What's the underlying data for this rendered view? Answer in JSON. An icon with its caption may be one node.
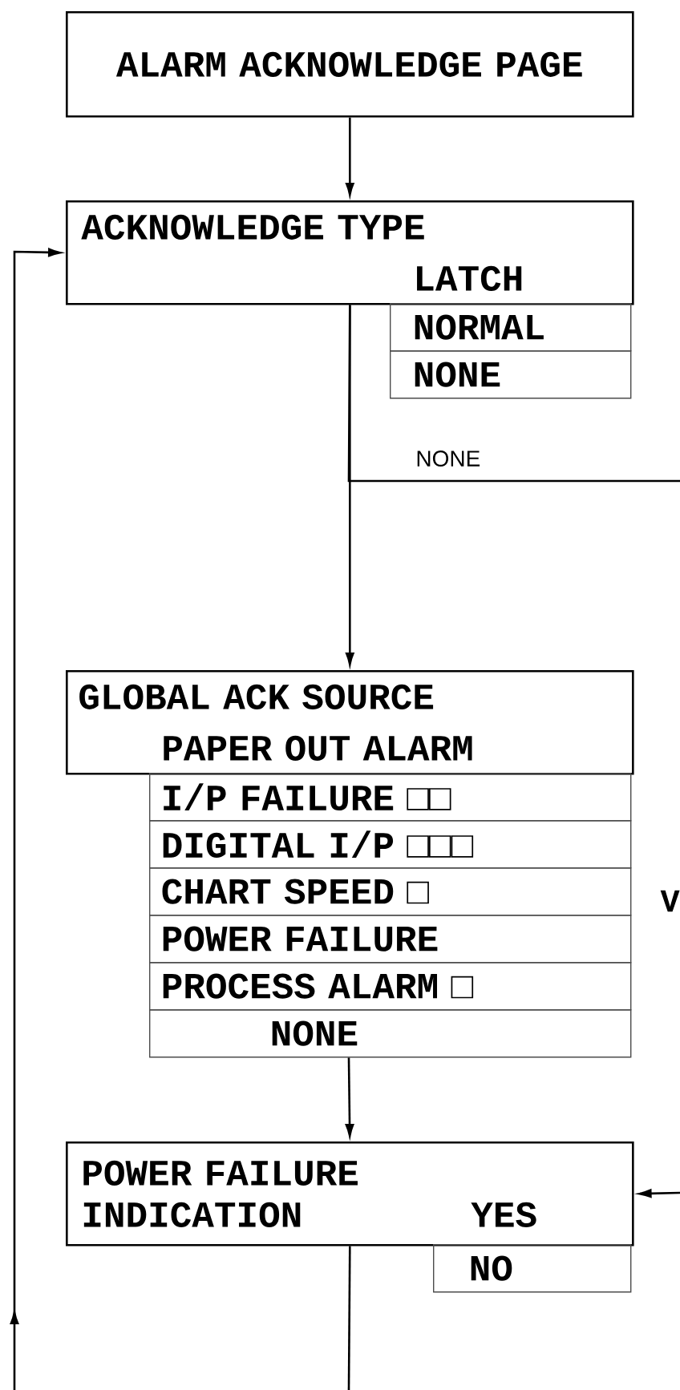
{
  "diagram": {
    "nodes": [
      {
        "text": [
          "ALARM ACKNOWLEDGE PAGE"
        ]
      },
      {
        "text": [
          "ACKNOWLEDGE TYPE",
          "LATCH"
        ]
      },
      {
        "text": [
          "NORMAL"
        ]
      },
      {
        "text": [
          "NONE"
        ]
      },
      {
        "text": [
          "GLOBAL ACK SOURCE",
          "PAPER OUT ALARM"
        ]
      },
      {
        "text": [
          "I/P FAILURE □□"
        ]
      },
      {
        "text": [
          "DIGITAL I/P □□□"
        ]
      },
      {
        "text": [
          "CHART SPEED □"
        ]
      },
      {
        "text": [
          "POWER FAILURE"
        ]
      },
      {
        "text": [
          "PROCESS ALARM □"
        ]
      },
      {
        "text": [
          "NONE"
        ]
      },
      {
        "text": [
          "POWER FAILURE INDICATION",
          "YES"
        ]
      },
      {
        "text": [
          "NO"
        ]
      }
    ],
    "edges": [
      {
        "from": 0,
        "to": 1,
        "arrow": "to"
      },
      {
        "from": 1,
        "to": 4,
        "arrow": "to"
      },
      {
        "from": 1,
        "to": null,
        "arrow": "none",
        "label": "NONE"
      },
      {
        "from": 10,
        "to": 11,
        "arrow": "to"
      },
      {
        "from": null,
        "to": 11,
        "arrow": "to"
      },
      {
        "from": 11,
        "to": null,
        "arrow": "none"
      },
      {
        "from": null,
        "to": 1,
        "arrow": "to"
      }
    ],
    "labels": [
      "V"
    ]
  }
}
